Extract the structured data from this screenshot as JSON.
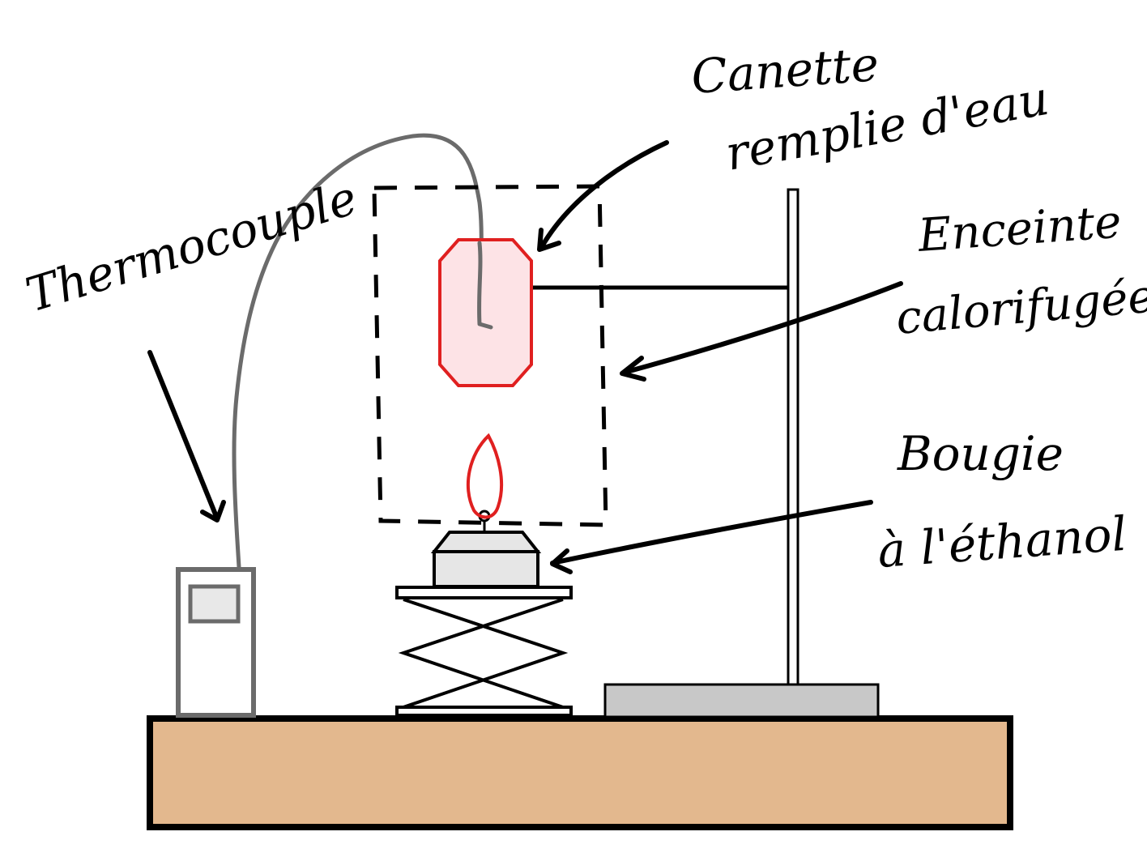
{
  "labels": {
    "thermocouple": "Thermocouple",
    "can_line1": "Canette",
    "can_line2": "remplie d'eau",
    "enclosure_line1": "Enceinte",
    "enclosure_line2": "calorifugée",
    "candle_line1": "Bougie",
    "candle_line2": "à l'éthanol"
  },
  "colors": {
    "table_fill": "#e3b88e",
    "can_fill": "#fde3e6",
    "can_stroke": "#e02020",
    "flame_stroke": "#e02020",
    "wire": "#6b6b6b",
    "meter_stroke": "#6b6b6b",
    "base_fill": "#c8c8c8",
    "burner_fill": "#e6e6e6"
  }
}
